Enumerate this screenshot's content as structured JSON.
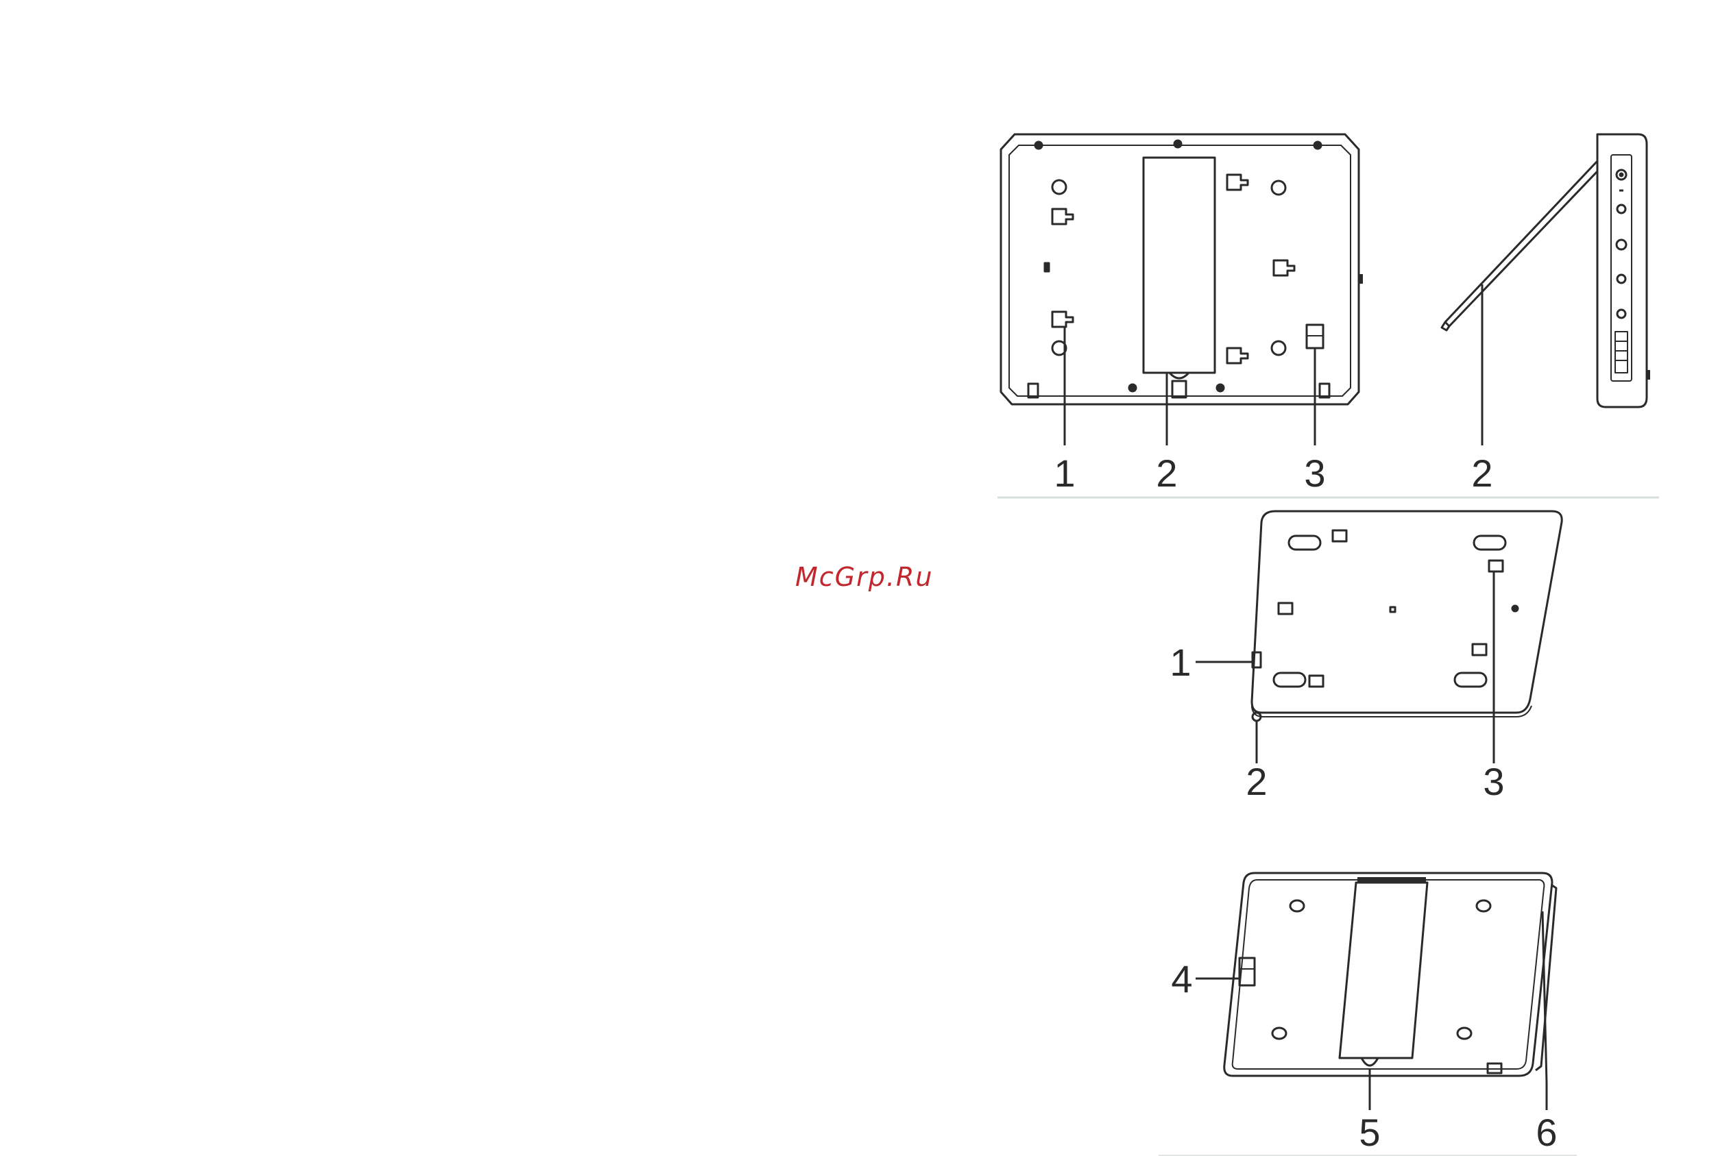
{
  "watermark": {
    "text": "McGrp.Ru",
    "color": "#c1272d"
  },
  "line_color": "#2a2a2a",
  "figures": [
    {
      "id": "back-view-top",
      "callouts": [
        "1",
        "2",
        "3"
      ]
    },
    {
      "id": "side-view",
      "callouts": [
        "2"
      ]
    },
    {
      "id": "back-view-middle",
      "callouts": [
        "1",
        "2",
        "3"
      ]
    },
    {
      "id": "back-view-bottom",
      "callouts": [
        "4",
        "5",
        "6"
      ]
    }
  ]
}
